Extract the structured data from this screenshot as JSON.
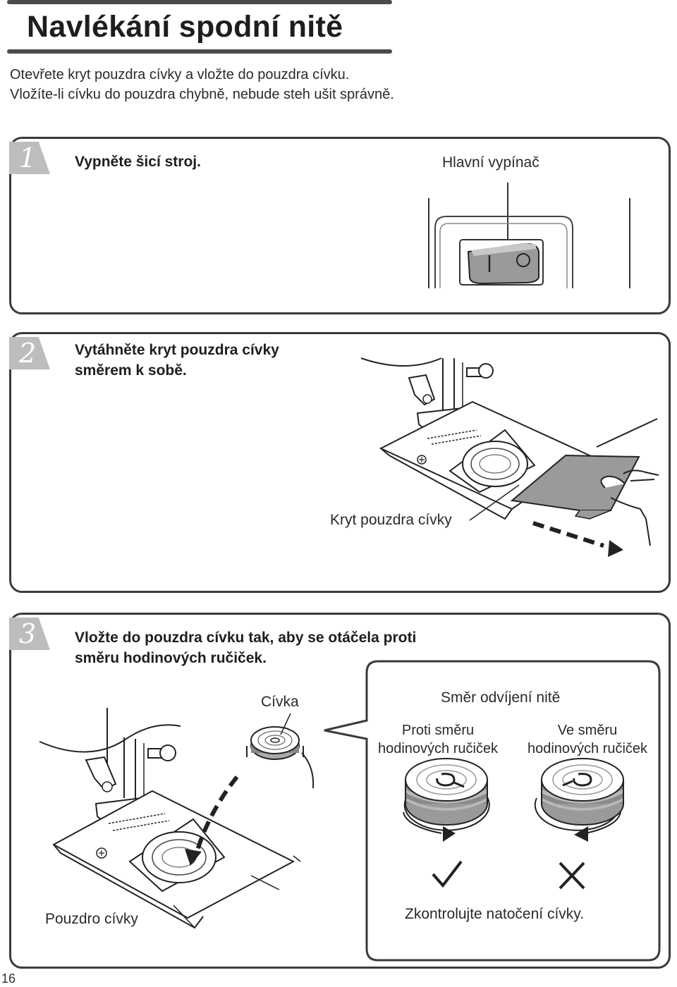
{
  "page": {
    "title": "Navlékání spodní nitě",
    "intro_lines": [
      "Otevřete kryt pouzdra cívky a vložte do pouzdra cívku.",
      "Vložíte-li cívku do pouzdra chybně, nebude steh ušit správně."
    ],
    "page_number": "16"
  },
  "steps": [
    {
      "number": "1",
      "text_lines": [
        "Vypněte šicí stroj."
      ],
      "labels": {
        "power_switch": "Hlavní vypínač"
      }
    },
    {
      "number": "2",
      "text_lines": [
        "Vytáhněte kryt pouzdra cívky",
        "směrem k sobě."
      ],
      "labels": {
        "bobbin_cover": "Kryt pouzdra cívky"
      }
    },
    {
      "number": "3",
      "text_lines": [
        "Vložte do pouzdra cívku tak, aby se otáčela proti",
        "směru hodinových ručiček."
      ],
      "labels": {
        "bobbin": "Cívka",
        "bobbin_case": "Pouzdro cívky",
        "unwind_direction": "Směr odvíjení nitě",
        "counterclockwise_1": "Proti směru",
        "counterclockwise_2": "hodinových ručiček",
        "clockwise_1": "Ve směru",
        "clockwise_2": "hodinových ručiček",
        "check": "Zkontrolujte natočení cívky."
      }
    }
  ]
}
